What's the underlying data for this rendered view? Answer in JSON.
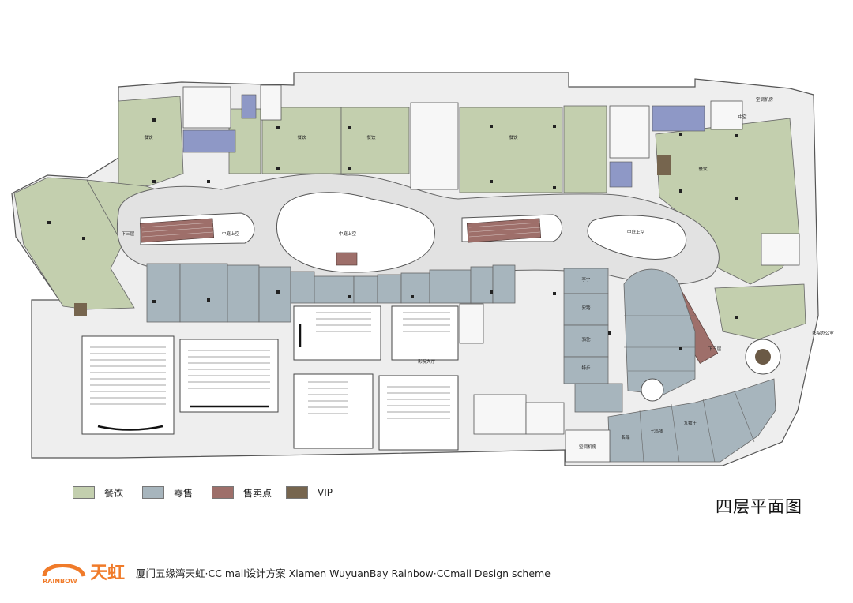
{
  "plan_title": "四层平面图",
  "legend": [
    {
      "label": "餐饮",
      "color": "#c3cfae"
    },
    {
      "label": "零售",
      "color": "#a7b5bd"
    },
    {
      "label": "售卖点",
      "color": "#9e6f6a"
    },
    {
      "label": "VIP",
      "color": "#76654e"
    }
  ],
  "colors": {
    "dining": "#c3cfae",
    "retail": "#a7b5bd",
    "kiosk": "#9e6f6a",
    "vip": "#76654e",
    "restroom": "#8e98c6",
    "corridor": "#e2e2e2",
    "atrium": "#ffffff",
    "wall": "#555555",
    "brand_orange": "#f07b2a"
  },
  "labels": {
    "atrium_center": "中庭上空",
    "atrium_left": "中庭上空",
    "atrium_right": "中庭上空",
    "down_left": "下三层",
    "down_right": "下三层",
    "cinema_hall": "影院大厅",
    "office": "影院办公室",
    "ac_room_top": "空调机房",
    "ac_room_bottom": "空调机房",
    "hollow": "中空",
    "dining_top_1": "餐饮",
    "dining_top_2": "餐饮",
    "dining_top_3": "餐饮",
    "dining_left": "餐饮",
    "dining_right": "餐饮",
    "retail_1": "李宁",
    "retail_2": "安踏",
    "retail_3": "骆驼",
    "retail_4": "特步",
    "retail_5": "七匹狼",
    "retail_6": "九牧王",
    "retail_7": "名品"
  },
  "footer": {
    "brand_zh": "天虹",
    "brand_en": "RAINBOW",
    "caption": "厦门五缘湾天虹·CC mall设计方案   Xiamen WuyuanBay Rainbow·CCmall Design scheme"
  }
}
